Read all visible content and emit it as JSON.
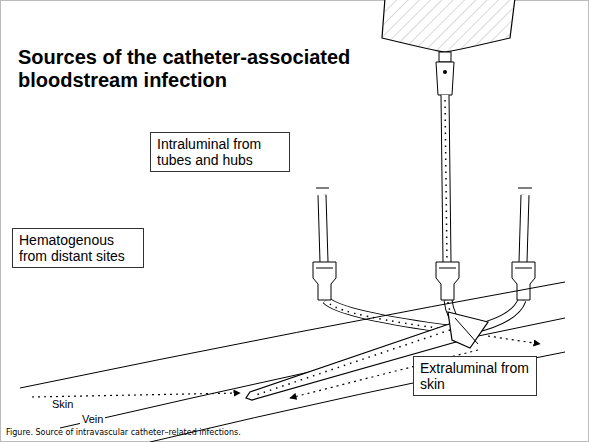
{
  "diagram": {
    "title": "Sources of the catheter-associated bloodstream infection",
    "caption": "Figure. Source of intravascular catheter–related infections.",
    "nodes": [
      {
        "text": [
          "Intraluminal from tubes and hubs"
        ]
      },
      {
        "text": [
          "Hematogenous from distant sites"
        ]
      },
      {
        "text": [
          "Extraluminal from skin"
        ]
      }
    ],
    "labels": [
      "Skin",
      "Vein"
    ]
  }
}
